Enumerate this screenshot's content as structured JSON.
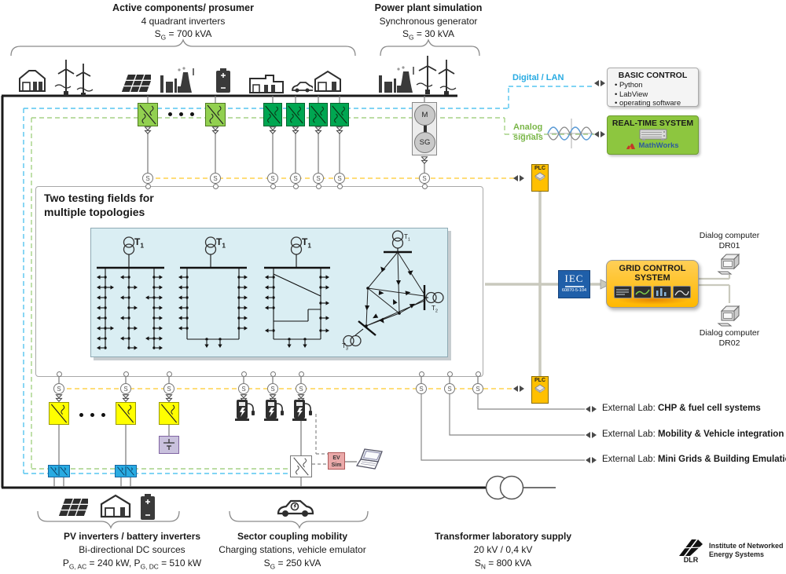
{
  "headers": {
    "active": {
      "title": "Active components/ prosumer",
      "subtitle": "4 quadrant inverters",
      "sym": "S",
      "sub": "G",
      "val": " = 700 kVA"
    },
    "plant": {
      "title": "Power plant simulation",
      "subtitle": "Synchronous generator",
      "sym": "S",
      "sub": "G",
      "val": " = 30 kVA"
    }
  },
  "testing_fields": {
    "line1": "Two testing fields for",
    "line2": "multiple topologies"
  },
  "machine": {
    "motor": "M",
    "generator": "SG"
  },
  "s_label": "S",
  "controls": {
    "digital_lan": "Digital / LAN",
    "analog_line1": "Analog",
    "analog_line2": "signals",
    "basic_title": "BASIC CONTROL",
    "basic_items": [
      "Python",
      "LabView",
      "operating software"
    ],
    "realtime_title": "REAL-TIME SYSTEM",
    "realtime_brand": "MathWorks",
    "plc": "PLC",
    "iec": "IEC",
    "iec_std": "60870-5-104",
    "grid_title": "GRID CONTROL SYSTEM",
    "dialog_label": "Dialog computer",
    "dr01": "DR01",
    "dr02": "DR02"
  },
  "ev_sim": {
    "line1": "EV",
    "line2": "Sim"
  },
  "external_labs": [
    {
      "prefix": "External Lab: ",
      "name": "CHP & fuel cell systems"
    },
    {
      "prefix": "External Lab: ",
      "name": "Mobility & Vehicle integration"
    },
    {
      "prefix": "External Lab: ",
      "name": "Mini Grids & Building Emulation"
    }
  ],
  "footers": {
    "pv": {
      "title": "PV inverters / battery inverters",
      "subtitle": "Bi-directional DC sources",
      "p1": "P",
      "s1": "G, AC",
      "v1": " = 240 kW, ",
      "p2": "P",
      "s2": "G, DC",
      "v2": " = 510 kW"
    },
    "mobility": {
      "title": "Sector coupling mobility",
      "subtitle": "Charging stations, vehicle emulator",
      "sym": "S",
      "sub": "G",
      "val": " = 250 kVA"
    },
    "transformer": {
      "title": "Transformer laboratory supply",
      "subtitle": "20 kV / 0,4 kV",
      "sym": "S",
      "sub": "N",
      "val": " = 800 kVA"
    }
  },
  "topology": {
    "t": "T",
    "n1": "1",
    "n2": "2",
    "n3": "3"
  },
  "logo": {
    "dlr": "DLR",
    "line1": "Institute of Networked",
    "line2": "Energy Systems"
  },
  "colors": {
    "accent_yellow": "#ffc000",
    "accent_blue": "#29abe2",
    "accent_green": "#8dc63f",
    "inverter_light_green": "#92d050",
    "inverter_dark_green": "#00a651",
    "inverter_yellow": "#ffff00",
    "dc_converter_blue": "#29abe2",
    "iec_blue": "#1f5fa9"
  }
}
